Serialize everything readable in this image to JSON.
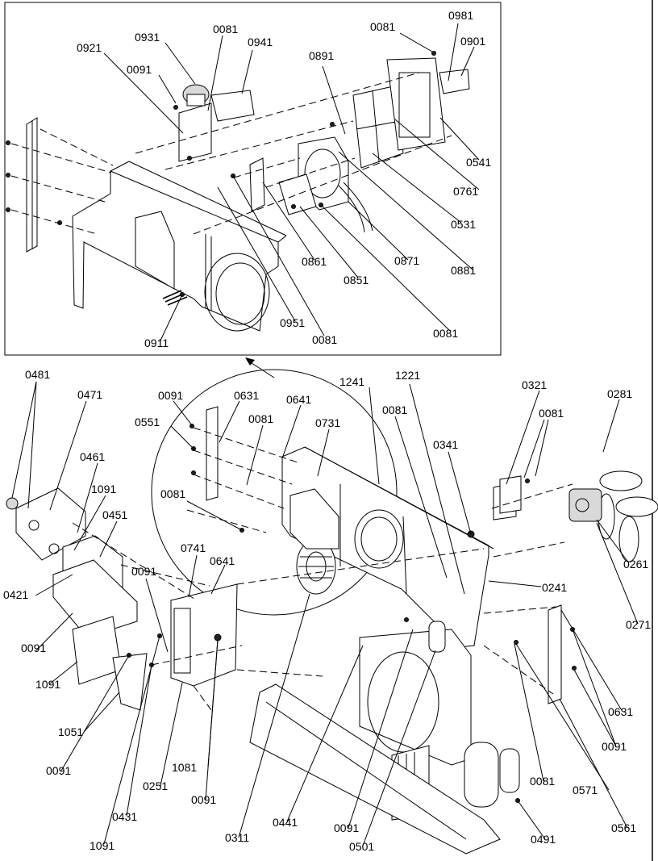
{
  "diagram": {
    "type": "exploded-parts-diagram",
    "part_numbers": {
      "p0931": "0931",
      "p0081_a": "0081",
      "p0941": "0941",
      "p0921": "0921",
      "p0091_a": "0091",
      "p0891": "0891",
      "p0081_b": "0081",
      "p0981": "0981",
      "p0901": "0901",
      "p0541": "0541",
      "p0761": "0761",
      "p0531": "0531",
      "p0861": "0861",
      "p0851": "0851",
      "p0871": "0871",
      "p0881": "0881",
      "p0951": "0951",
      "p0081_c": "0081",
      "p0081_d": "0081",
      "p0911": "0911",
      "p0481": "0481",
      "p0471": "0471",
      "p0091_b": "0091",
      "p0631_a": "0631",
      "p0641_a": "0641",
      "p1241": "1241",
      "p1221": "1221",
      "p0321": "0321",
      "p0281": "0281",
      "p0551": "0551",
      "p0081_e": "0081",
      "p0731": "0731",
      "p0081_f": "0081",
      "p0081_g": "0081",
      "p0461": "0461",
      "p1091_a": "1091",
      "p0451": "0451",
      "p0341": "0341",
      "p0081_h": "0081",
      "p0261": "0261",
      "p0741": "0741",
      "p0641_b": "0641",
      "p0091_c": "0091",
      "p0421": "0421",
      "p0241": "0241",
      "p0271": "0271",
      "p0091_d": "0091",
      "p1091_b": "1091",
      "p0631_b": "0631",
      "p1051": "1051",
      "p0091_e": "0091",
      "p0091_f": "0091",
      "p0081_i": "0081",
      "p0571": "0571",
      "p0251": "0251",
      "p1081": "1081",
      "p0091_g": "0091",
      "p0431": "0431",
      "p0441": "0441",
      "p0091_h": "0091",
      "p0501": "0501",
      "p0491": "0491",
      "p0561": "0561",
      "p0311": "0311",
      "p1091_c": "1091"
    }
  }
}
